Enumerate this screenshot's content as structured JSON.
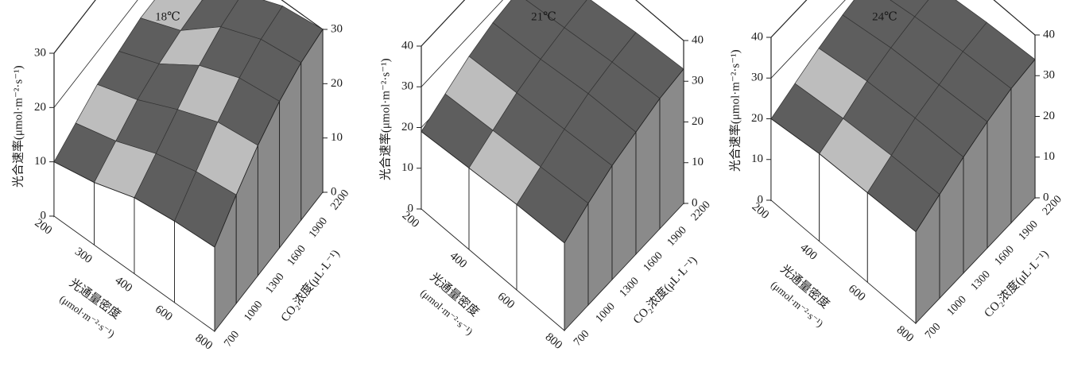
{
  "chart_data": [
    {
      "type": "surface3d",
      "title": "18℃",
      "zlabel": "光合速率(μmol·m⁻²·s⁻¹)",
      "xlabel": "光通量密度",
      "xunit": "(μmol·m⁻²·s⁻¹)",
      "ylabel": "CO₂浓度(μL·L⁻¹)",
      "x": [
        200,
        300,
        400,
        600,
        800
      ],
      "y": [
        700,
        1000,
        1300,
        1600,
        1900,
        2200
      ],
      "z_ticks_front": [
        0,
        10,
        20,
        30
      ],
      "z_ticks_right": [
        0,
        10,
        20,
        30
      ],
      "zlim": [
        0,
        30
      ],
      "values": [
        [
          10,
          11.5,
          14,
          15,
          15.5
        ],
        [
          12,
          14,
          17,
          19,
          20
        ],
        [
          14,
          16.5,
          20,
          23,
          24
        ],
        [
          15,
          18,
          23,
          26,
          27
        ],
        [
          16,
          19,
          25,
          28,
          29
        ],
        [
          16,
          19.5,
          26,
          29,
          30
        ]
      ]
    },
    {
      "type": "surface3d",
      "title": "21℃",
      "zlabel": "光合速率(μmol·m⁻²·s⁻¹)",
      "xlabel": "光通量密度",
      "xunit": "(μmol·m⁻²·s⁻¹)",
      "ylabel": "CO₂浓度(μL·L⁻¹)",
      "x": [
        200,
        400,
        600,
        800
      ],
      "y": [
        700,
        1000,
        1300,
        1600,
        1900,
        2200
      ],
      "z_ticks_front": [
        0,
        10,
        20,
        30,
        40
      ],
      "z_ticks_right": [
        0,
        10,
        20,
        30,
        40
      ],
      "zlim": [
        0,
        40
      ],
      "values": [
        [
          19,
          20,
          21,
          21.5
        ],
        [
          22,
          23,
          24,
          25
        ],
        [
          25,
          26,
          27,
          28
        ],
        [
          27,
          28,
          29.5,
          30
        ],
        [
          28,
          29.5,
          31,
          32
        ],
        [
          29,
          30.5,
          32,
          33
        ]
      ]
    },
    {
      "type": "surface3d",
      "title": "24℃",
      "zlabel": "光合速率(μmol·m⁻²·s⁻¹)",
      "xlabel": "光通量密度",
      "xunit": "(μmol·m⁻²·s⁻¹)",
      "ylabel": "CO₂浓度(μL·L⁻¹)",
      "x": [
        200,
        400,
        600,
        800
      ],
      "y": [
        700,
        1000,
        1300,
        1600,
        1900,
        2200
      ],
      "z_ticks_front": [
        0,
        10,
        20,
        30,
        40
      ],
      "z_ticks_right": [
        0,
        10,
        20,
        30,
        40
      ],
      "zlim": [
        0,
        40
      ],
      "values": [
        [
          20,
          21.5,
          22,
          22.5
        ],
        [
          22.5,
          24,
          25,
          25.5
        ],
        [
          25,
          27,
          28,
          28.5
        ],
        [
          27,
          29,
          30,
          31
        ],
        [
          28.5,
          30.5,
          32,
          33
        ],
        [
          29.5,
          31.5,
          33,
          34
        ]
      ]
    }
  ],
  "colors": {
    "surface_dark": "#5e5e5e",
    "surface_light": "#bdbdbd",
    "side_wall": "#8a8a8a",
    "front_wall": "#ffffff",
    "line": "#222222"
  }
}
